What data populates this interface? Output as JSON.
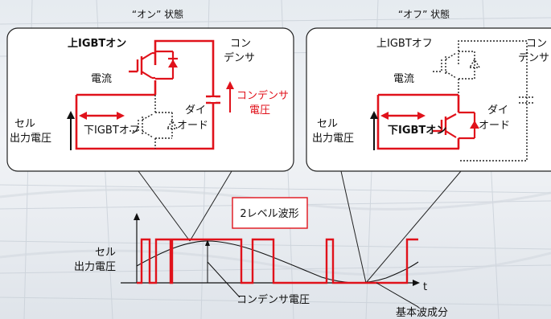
{
  "colors": {
    "accent": "#e0121b",
    "panel_bg": "#ffffff",
    "line": "#111111"
  },
  "on_state": {
    "title": "“オン” 状態",
    "upper_igbt": "上IGBTオン",
    "current": "電流",
    "diode_1": "ダイ",
    "diode_2": "オード",
    "lower_igbt": "下IGBTオフ",
    "cell_1": "セル",
    "cell_2": "出力電圧",
    "cap_1": "コン",
    "cap_2": "デンサ",
    "cap_voltage_1": "コンデンサ",
    "cap_voltage_2": "電圧"
  },
  "off_state": {
    "title": "“オフ” 状態",
    "upper_igbt": "上IGBTオフ",
    "current": "電流",
    "diode_1": "ダイ",
    "diode_2": "オード",
    "lower_igbt": "下IGBTオン",
    "cell_1": "セル",
    "cell_2": "出力電圧",
    "cap_1": "コン",
    "cap_2": "デンサ"
  },
  "waveform": {
    "label": "2レベル波形",
    "ylabel_1": "セル",
    "ylabel_2": "出力電圧",
    "xlabel": "t",
    "cap_voltage": "コンデンサ電圧",
    "fundamental": "基本波成分"
  }
}
